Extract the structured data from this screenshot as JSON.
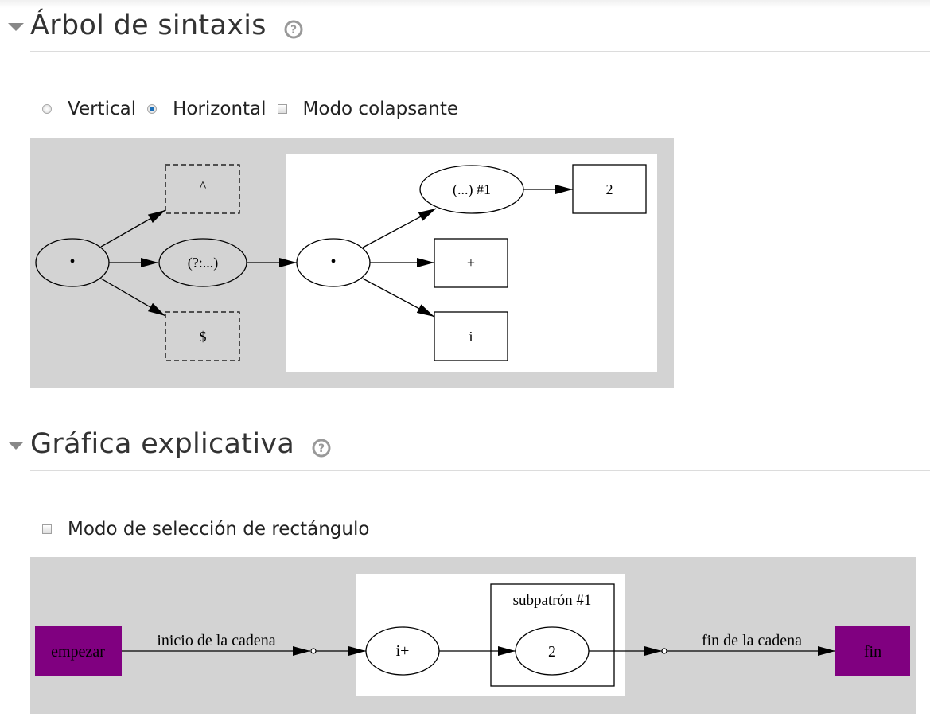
{
  "syntax_tree": {
    "title": "Árbol de sintaxis",
    "help_icon": "question-circle-icon",
    "options": [
      {
        "type": "radio",
        "label": "Vertical",
        "checked": false
      },
      {
        "type": "radio",
        "label": "Horizontal",
        "checked": true
      },
      {
        "type": "checkbox",
        "label": "Modo colapsante",
        "checked": false
      }
    ],
    "nodes": {
      "root": "•",
      "caret": "^",
      "noncapture": "(?:...)",
      "dollar": "$",
      "concat": "•",
      "group": "(...) #1",
      "two": "2",
      "plus": "+",
      "i": "i"
    }
  },
  "explanation_graph": {
    "title": "Gráfica explicativa",
    "help_icon": "question-circle-icon",
    "options": [
      {
        "type": "checkbox",
        "label": "Modo de selección de rectángulo",
        "checked": false
      }
    ],
    "start_label": "empezar",
    "end_label": "fin",
    "start_edge": "inicio de la cadena",
    "end_edge": "fin de la cadena",
    "node_iplus": "i+",
    "subpattern_label": "subpatrón #1",
    "node_two": "2",
    "terminal_color": "#800080"
  }
}
